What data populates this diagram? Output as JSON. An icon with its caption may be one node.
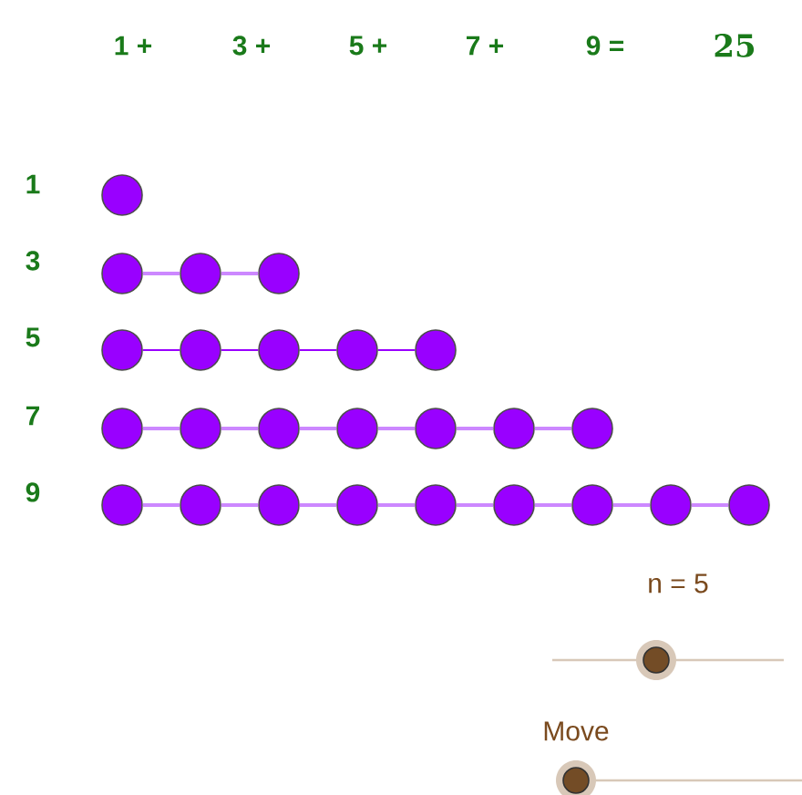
{
  "diagram": {
    "nodes": [
      {
        "text": [],
        "shape": "circle"
      },
      {
        "text": [],
        "shape": "circle"
      },
      {
        "text": [],
        "shape": "circle"
      },
      {
        "text": [],
        "shape": "circle"
      },
      {
        "text": [],
        "shape": "circle"
      },
      {
        "text": [],
        "shape": "circle"
      },
      {
        "text": [],
        "shape": "circle"
      },
      {
        "text": [],
        "shape": "circle"
      },
      {
        "text": [],
        "shape": "circle"
      },
      {
        "text": [],
        "shape": "circle"
      },
      {
        "text": [],
        "shape": "circle"
      },
      {
        "text": [],
        "shape": "circle"
      },
      {
        "text": [],
        "shape": "circle"
      },
      {
        "text": [],
        "shape": "circle"
      },
      {
        "text": [],
        "shape": "circle"
      },
      {
        "text": [],
        "shape": "circle"
      },
      {
        "text": [],
        "shape": "circle"
      },
      {
        "text": [],
        "shape": "circle"
      },
      {
        "text": [],
        "shape": "circle"
      },
      {
        "text": [],
        "shape": "circle"
      },
      {
        "text": [],
        "shape": "circle"
      },
      {
        "text": [],
        "shape": "circle"
      },
      {
        "text": [],
        "shape": "circle"
      },
      {
        "text": [],
        "shape": "circle"
      },
      {
        "text": [],
        "shape": "circle"
      }
    ],
    "edges": [
      {
        "from": 1,
        "to": 2,
        "arrow": "none"
      },
      {
        "from": 2,
        "to": 3,
        "arrow": "none"
      },
      {
        "from": 4,
        "to": 5,
        "arrow": "none",
        "color": "#9900ff"
      },
      {
        "from": 5,
        "to": 6,
        "arrow": "none",
        "color": "#9900ff"
      },
      {
        "from": 6,
        "to": 7,
        "arrow": "none",
        "color": "#9900ff"
      },
      {
        "from": 7,
        "to": 8,
        "arrow": "none",
        "color": "#9900ff"
      },
      {
        "from": 9,
        "to": 10,
        "arrow": "none"
      },
      {
        "from": 10,
        "to": 11,
        "arrow": "none"
      },
      {
        "from": 11,
        "to": 12,
        "arrow": "none"
      },
      {
        "from": 12,
        "to": 13,
        "arrow": "none"
      },
      {
        "from": 13,
        "to": 14,
        "arrow": "none"
      },
      {
        "from": 14,
        "to": 15,
        "arrow": "none"
      },
      {
        "from": 16,
        "to": 17,
        "arrow": "none"
      },
      {
        "from": 17,
        "to": 18,
        "arrow": "none"
      },
      {
        "from": 18,
        "to": 19,
        "arrow": "none"
      },
      {
        "from": 19,
        "to": 20,
        "arrow": "none"
      },
      {
        "from": 20,
        "to": 21,
        "arrow": "none"
      },
      {
        "from": 21,
        "to": 22,
        "arrow": "none"
      },
      {
        "from": 22,
        "to": 23,
        "arrow": "none"
      },
      {
        "from": 23,
        "to": 24,
        "arrow": "none"
      }
    ],
    "labels": [
      "1 +",
      "3 +",
      "5 +",
      "7 +",
      "9 =",
      "25",
      "1",
      "3",
      "5",
      "7",
      "9",
      "n = 5",
      "Move"
    ]
  }
}
